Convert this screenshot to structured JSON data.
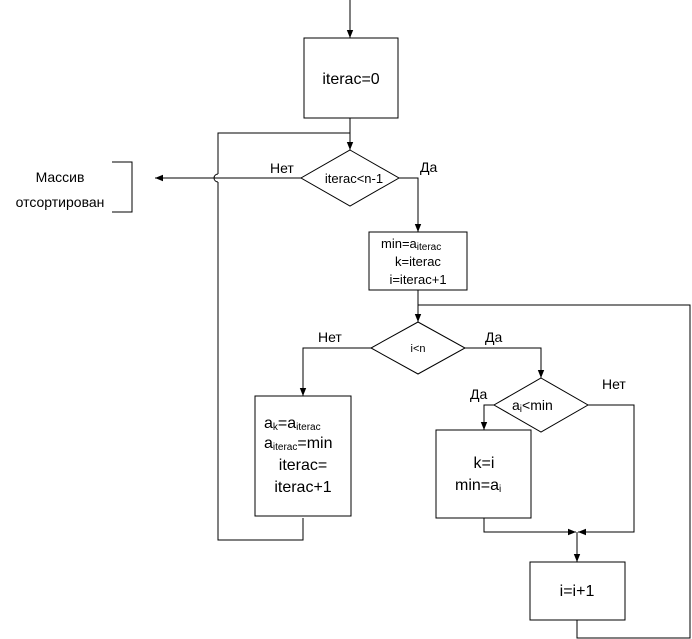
{
  "output": {
    "line1": "Массив",
    "line2": "отсортирован"
  },
  "init": {
    "text": "iterac=0"
  },
  "outer_cond": {
    "text": "iterac<n-1",
    "no": "Нет",
    "yes": "Да"
  },
  "setup": {
    "line1_base": "min=a",
    "line1_sub": "iterac",
    "line2": "k=iterac",
    "line3": "i=iterac+1"
  },
  "inner_cond": {
    "text": "i<n",
    "no": "Нет",
    "yes": "Да"
  },
  "swap": {
    "line1_a": "a",
    "line1_sub1": "k",
    "line1_mid": "=a",
    "line1_sub2": "iterac",
    "line2_a": "a",
    "line2_sub": "iterac",
    "line2_rest": "=min",
    "line3": "iterac=",
    "line4": "iterac+1"
  },
  "min_cond": {
    "base": "a",
    "sub": "i",
    "rest": "<min",
    "yes": "Да",
    "no": "Нет"
  },
  "update": {
    "line1": "k=i",
    "line2_base": "min=a",
    "line2_sub": "i"
  },
  "incr": {
    "text": "i=i+1"
  }
}
